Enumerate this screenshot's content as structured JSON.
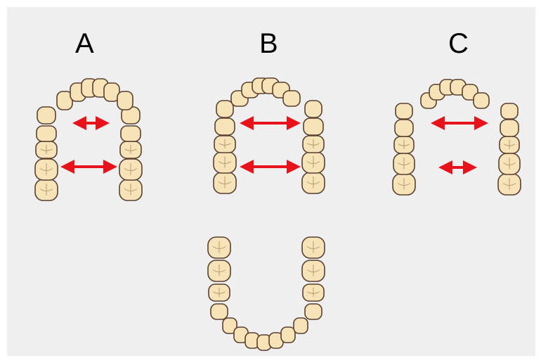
{
  "panels": [
    {
      "id": "A",
      "label": "A"
    },
    {
      "id": "B",
      "label": "B"
    },
    {
      "id": "C",
      "label": "C"
    }
  ],
  "colors": {
    "background": "#efefef",
    "tooth_fill": "#f7e3b8",
    "tooth_stroke": "#5a4030",
    "arrow": "#e8121b"
  }
}
